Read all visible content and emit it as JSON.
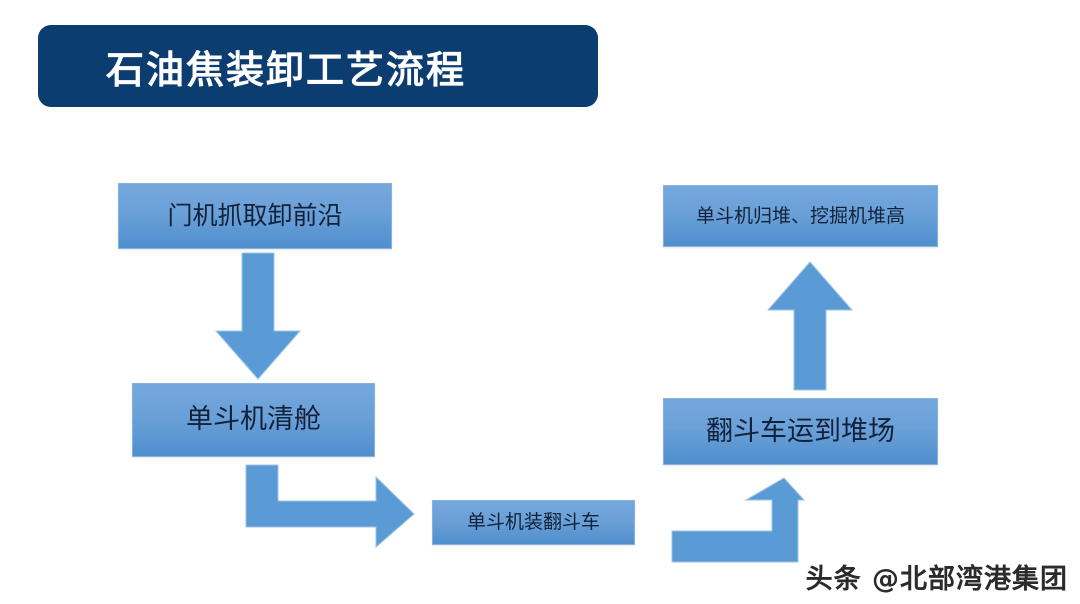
{
  "title": {
    "text": "石油焦装卸工艺流程",
    "background_color": "#0b3d70",
    "text_color": "#ffffff"
  },
  "flow": {
    "box_fill_top": "#74a8dd",
    "box_fill_bottom": "#4f8fcd",
    "arrow_color": "#5b9bd5",
    "boxes": [
      {
        "id": "gantry",
        "label": "门机抓取卸前沿"
      },
      {
        "id": "clean",
        "label": "单斗机清舱"
      },
      {
        "id": "load",
        "label": "单斗机装翻斗车"
      },
      {
        "id": "haul",
        "label": "翻斗车运到堆场"
      },
      {
        "id": "pile",
        "label": "单斗机归堆、挖掘机堆高"
      }
    ],
    "connectors": [
      {
        "id": "gantry-to-clean",
        "icon": "arrow-down-icon",
        "from": "gantry",
        "to": "clean"
      },
      {
        "id": "clean-to-load",
        "icon": "arrow-elbow-down-right-icon",
        "from": "clean",
        "to": "load"
      },
      {
        "id": "load-to-haul",
        "icon": "arrow-elbow-right-up-icon",
        "from": "load",
        "to": "haul"
      },
      {
        "id": "haul-to-pile",
        "icon": "arrow-up-icon",
        "from": "haul",
        "to": "pile"
      }
    ]
  },
  "watermark": {
    "text": "头条 @北部湾港集团"
  }
}
